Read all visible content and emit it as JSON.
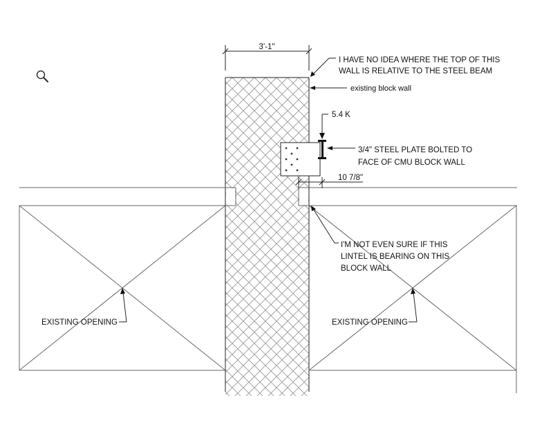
{
  "drawing": {
    "dim_wall_width": "3'-1\"",
    "note_top_line1": "I HAVE NO IDEA WHERE THE TOP OF THIS",
    "note_top_line2": "WALL IS RELATIVE TO THE STEEL BEAM",
    "existing_block_wall": "existing block wall",
    "load": "5.4 K",
    "plate_line1": "3/4\" STEEL PLATE BOLTED TO",
    "plate_line2": "FACE OF CMU BLOCK WALL",
    "dim_offset": "10 7/8\"",
    "lintel_line1": "I'M NOT EVEN SURE IF THIS",
    "lintel_line2": "LINTEL IS BEARING ON THIS",
    "lintel_line3": "BLOCK WALL",
    "opening_left": "EXISTING OPENING",
    "opening_right": "EXISTING OPENING"
  },
  "icons": {
    "zoom": "magnifier-icon"
  },
  "colors": {
    "line": "#222222",
    "hatch": "#999999",
    "background": "#ffffff"
  }
}
